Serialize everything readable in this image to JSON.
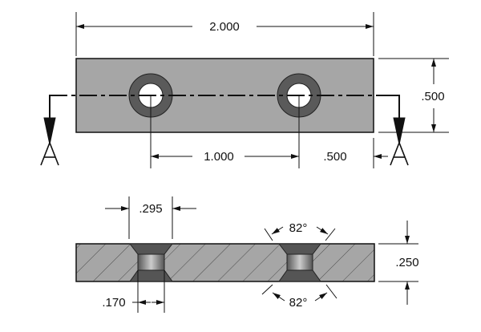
{
  "top_view": {
    "overall_length": "2.000",
    "height": ".500",
    "hole_spacing": "1.000",
    "edge_to_hole": ".500",
    "section_label_left": "A",
    "section_label_right": "A"
  },
  "section_view": {
    "countersink_diameter": ".295",
    "thru_hole_diameter": ".170",
    "thickness": ".250",
    "countersink_angle_top": "82°",
    "countersink_angle_bottom": "82°"
  },
  "colors": {
    "plate": "#a6a6a6",
    "hole_ring": "#5a5a5a",
    "line": "#111111"
  }
}
